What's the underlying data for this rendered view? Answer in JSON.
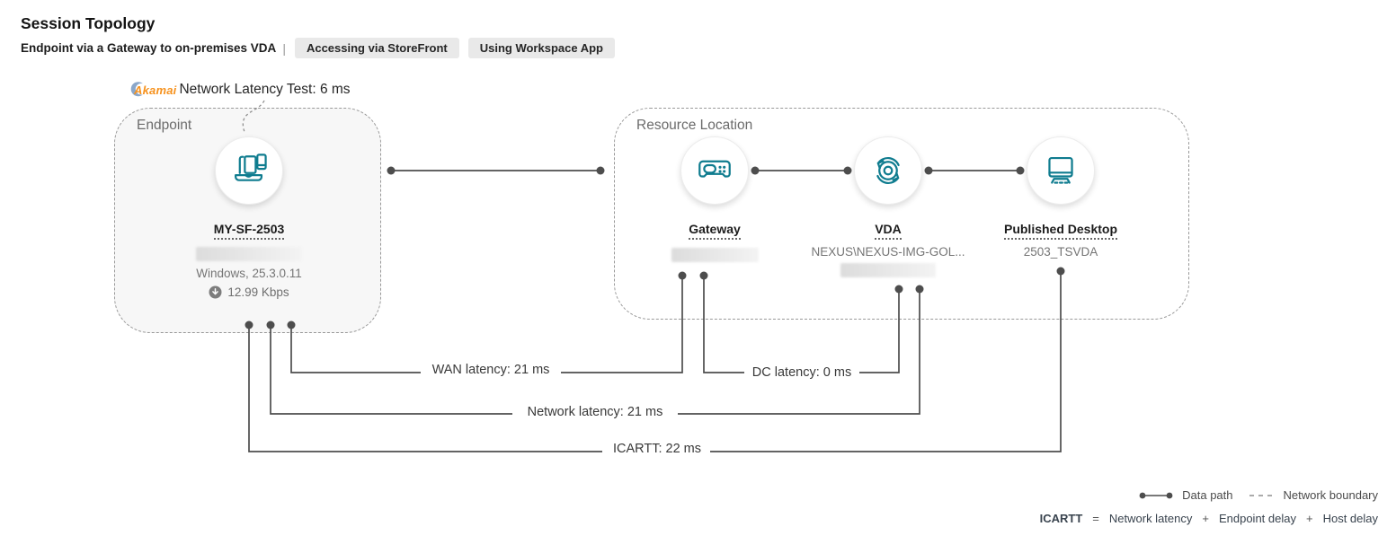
{
  "header": {
    "title": "Session Topology",
    "subtitle": "Endpoint via a Gateway to on-premises VDA",
    "separator": "|",
    "badges": [
      "Accessing via StoreFront",
      "Using Workspace App"
    ]
  },
  "latency_test": {
    "brand": "Akamai",
    "label": "Network Latency Test: 6 ms"
  },
  "endpoint": {
    "group_label": "Endpoint",
    "name": "MY-SF-2503",
    "os_version": "Windows, 25.3.0.11",
    "bandwidth": "12.99 Kbps"
  },
  "resource_location": {
    "group_label": "Resource Location",
    "nodes": [
      {
        "label": "Gateway",
        "detail": ""
      },
      {
        "label": "VDA",
        "detail": "NEXUS\\NEXUS-IMG-GOL..."
      },
      {
        "label": "Published Desktop",
        "detail": "2503_TSVDA"
      }
    ]
  },
  "metrics": {
    "wan_latency": "WAN latency: 21 ms",
    "dc_latency": "DC latency: 0 ms",
    "network_latency": "Network latency: 21 ms",
    "icartt": "ICARTT: 22 ms"
  },
  "legend": {
    "data_path": "Data path",
    "network_boundary": "Network boundary",
    "formula": {
      "term": "ICARTT",
      "equals": "=",
      "parts": [
        "Network latency",
        "+",
        "Endpoint delay",
        "+",
        "Host delay"
      ]
    }
  },
  "colors": {
    "accent_teal": "#0F7C8F",
    "akamai_orange": "#F6921E",
    "line_gray": "#4d4d4d"
  }
}
